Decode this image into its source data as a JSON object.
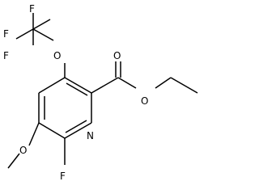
{
  "structure": {
    "atoms": {
      "F_top": "F",
      "F_left": "F",
      "F_bottom": "F",
      "O_ether": "O",
      "O_carbonyl": "O",
      "O_ester": "O",
      "N_ring": "N",
      "O_methoxy": "O",
      "F_ring": "F"
    }
  }
}
